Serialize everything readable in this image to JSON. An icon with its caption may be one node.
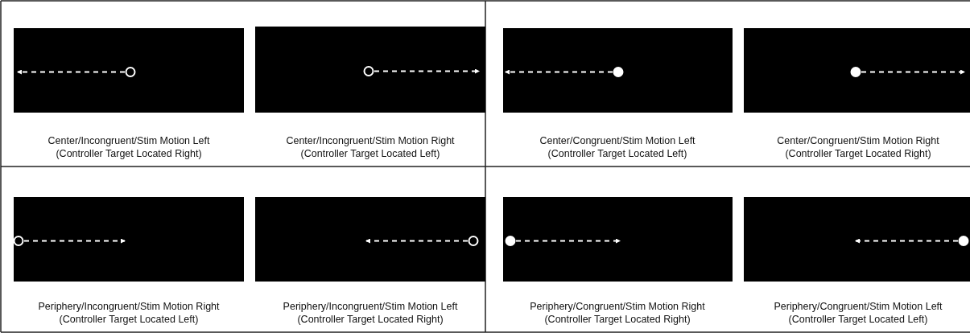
{
  "diagram": {
    "labels": [
      "Center/Incongruent/Stim Motion Left",
      "(Controller Target Located Right)",
      "Center/Incongruent/Stim Motion Right",
      "(Controller Target Located Left)",
      "Center/Congruent/Stim Motion Left",
      "(Controller Target Located Left)",
      "Center/Congruent/Stim Motion Right",
      "(Controller Target Located Right)",
      "Periphery/Incongruent/Stim Motion Right",
      "(Controller Target Located Left)",
      "Periphery/Incongruent/Stim Motion Left",
      "(Controller Target Located Right)",
      "Periphery/Congruent/Stim Motion Right",
      "(Controller Target Located Right)",
      "Periphery/Congruent/Stim Motion Left",
      "(Controller Target Located Left)"
    ]
  }
}
